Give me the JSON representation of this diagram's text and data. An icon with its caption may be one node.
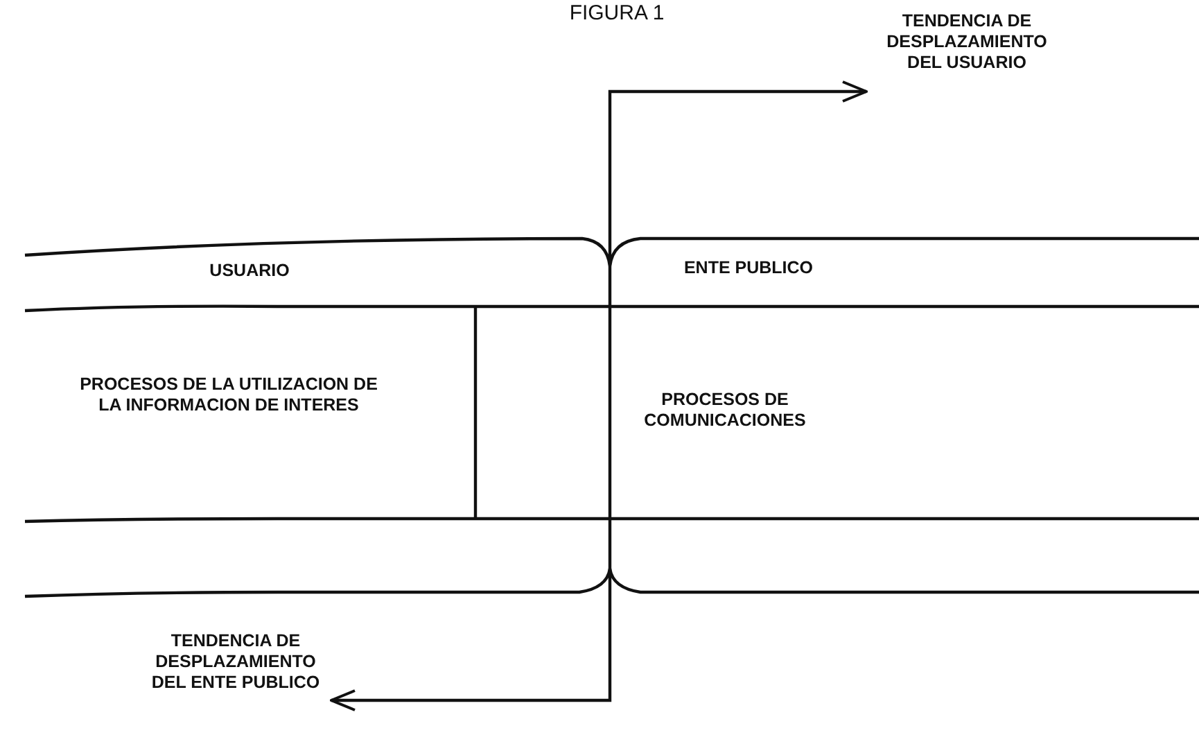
{
  "diagram": {
    "title": "FIGURA 1",
    "nodes": [
      {
        "text": [
          "TENDENCIA DE DESPLAZAMIENTO DEL USUARIO"
        ]
      },
      {
        "text": [
          "TENDENCIA DE DESPLAZAMIENTO DEL ENTE PUBLICO"
        ]
      }
    ],
    "edges": [
      {
        "from": null,
        "to": 0,
        "arrow": "to"
      },
      {
        "from": null,
        "to": 1,
        "arrow": "to"
      }
    ],
    "labels": [
      "USUARIO",
      "ENTE PUBLICO",
      "PROCESOS DE LA UTILIZACION DE LA INFORMACION DE INTERES",
      "PROCESOS DE COMUNICACIONES"
    ]
  }
}
